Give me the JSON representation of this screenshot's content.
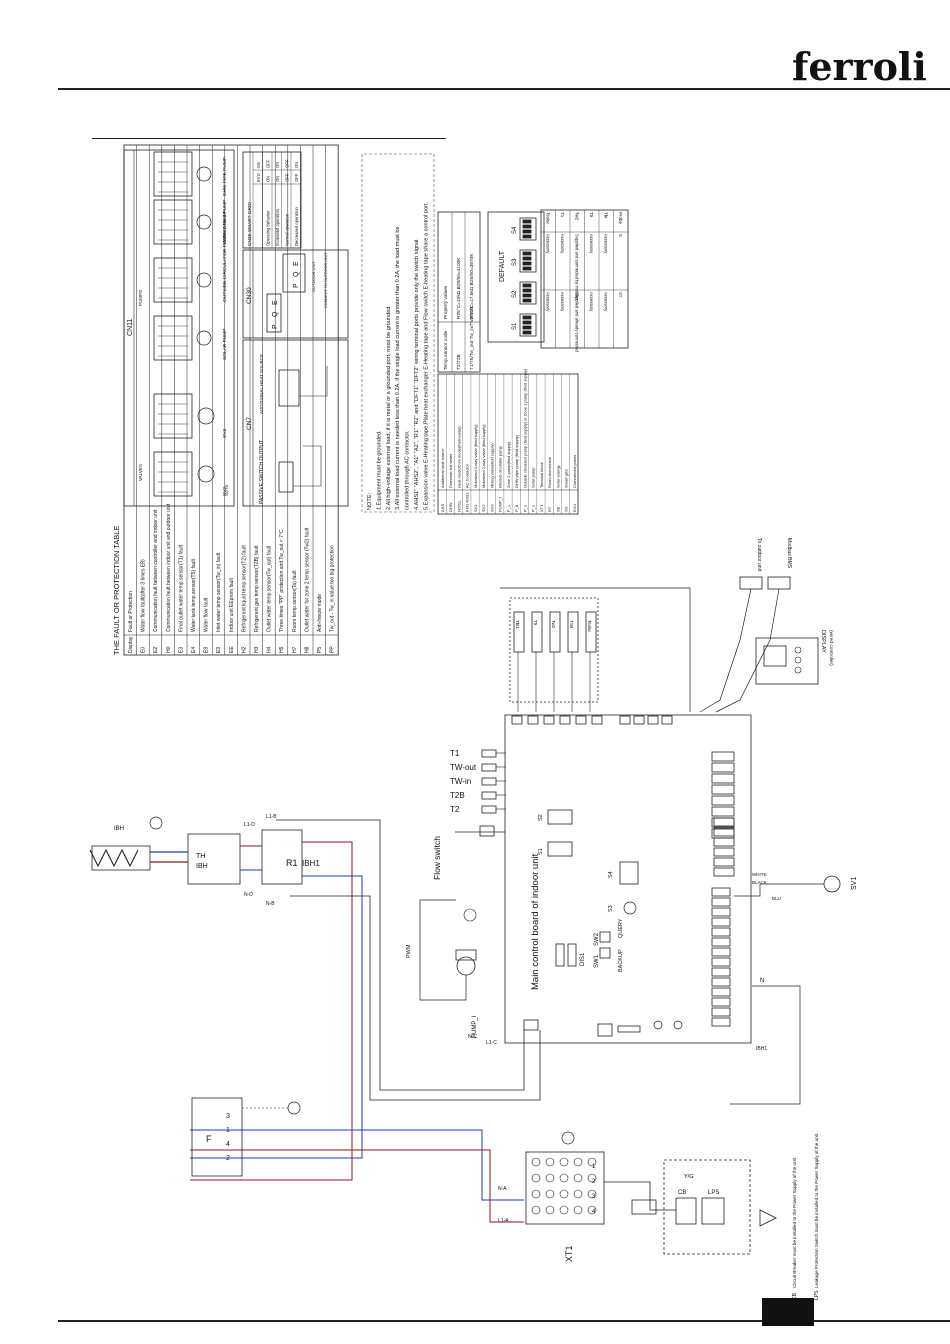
{
  "header": {
    "brand": "ferroli"
  },
  "fault_table": {
    "title": "THE FAULT OR PROTECTION TABLE",
    "headers": [
      "Display",
      "Fault or Protection"
    ],
    "rows": [
      [
        "E0",
        "Water flow fault(after 3 times E8)"
      ],
      [
        "E2",
        "Communication fault between controller and indoor unit"
      ],
      [
        "H0",
        "Communication fault between indoor unit and outdoor unit"
      ],
      [
        "E3",
        "Final outlet water temp.sensor(T1) fault"
      ],
      [
        "E4",
        "Water tank temp.sensor(T5) fault"
      ],
      [
        "E8",
        "Water flow fault"
      ],
      [
        "E9",
        "Inlet water temp.sensor(Tw_in) fault"
      ],
      [
        "EE",
        "Indoor unit EEprom fault"
      ],
      [
        "H2",
        "Refrigerant liquid temp.sensor(T2) fault"
      ],
      [
        "H3",
        "Refrigerant gas temp.sensor(T2B) fault"
      ],
      [
        "H4",
        "Outlet water temp.sensor(Tw_out) fault"
      ],
      [
        "H5",
        "Three times \"PP\" protection and Tw_out < 7°C"
      ],
      [
        "H7",
        "Room temp.sensor(Ta) fault"
      ],
      [
        "H8",
        "Outlet water for zone 2 temp.sensor (Tw2) fault"
      ],
      [
        "P5",
        "Anti-freeze mode"
      ],
      [
        "PP",
        "Tw_out - Tw_in value too big protection"
      ]
    ]
  },
  "cn11": {
    "title": "CN11",
    "groups": [
      "VALVES",
      "PUMPS"
    ],
    "labels": [
      "SV2",
      "SV3",
      "SOLAR PUMP",
      "OUTSIDE CIRCULATOR PUMP ZONE 1 PUMP",
      "ZONE 2 PUMP",
      "DHW PIPE PUMP"
    ],
    "note": "NOTE:"
  },
  "cn7": {
    "title": "CN7",
    "passive": "PASSIVE SWITCH OUTPUT",
    "ahs": "ADDITIONAL HEAT SOURCE"
  },
  "cn30": {
    "title": "CN30",
    "outdoor_unit": "OUTDOOR UNIT",
    "connect": "CONNECT TO OUTDOOR UNIT",
    "terminals": [
      "P",
      "Q",
      "E"
    ]
  },
  "smart_grid": {
    "title": "CN35-SMART GRID",
    "headers": [
      "",
      "EVU",
      "SG"
    ],
    "rows": [
      [
        "Operating behavior",
        "ON",
        "OFF"
      ],
      [
        "Increased operation",
        "ON",
        "ON"
      ],
      [
        "Normal operation",
        "OFF",
        "OFF"
      ],
      [
        "Decreased operation",
        "OFF",
        "ON"
      ]
    ]
  },
  "notes": [
    "NOTE:",
    "1.Equipment must be grounded.",
    "2.All high-voltage external load, if it is metal or a grounded port, must be grounded.",
    "3.All external load current is needed less than 0.2A, if the single load current is greater than 0.2A, the load must be",
    "controlled through AC contactor.",
    "4.AHS1\" \"AHS2\", \"A1\" \"A2\", \"R1\" \"R2\" and \"DFT1\" \"DFT2\" wiring terminal ports provide only the switch signal.",
    "5.Expansion valve E-Heating tape,Plate heat exchanger E-Heating tape and Flow switch E-heating tape share a control port."
  ],
  "legend": [
    [
      "AHS",
      "Additional heat source"
    ],
    [
      "DHW",
      "Domestic hot water"
    ],
    [
      "HT/CL",
      "Heat mode/Cool mode(thermostat)"
    ],
    [
      "KM1-KM11",
      "AC Contactor"
    ],
    [
      "SV1",
      "Motorized 3-way valve (field supply)"
    ],
    [
      "SV2",
      "Motorized 2-way valve (field supply)"
    ],
    [
      "SV3",
      "Mixing valve(field supply)"
    ],
    [
      "PUMP_I",
      "Internal circulator pump"
    ],
    [
      "P_c",
      "Zone 2 pump(field supply)"
    ],
    [
      "P_d",
      "DHW pipe pump (field supply)"
    ],
    [
      "P_o",
      "Outside circulator pump (field supply) or Zone 1 pump (field supply)"
    ],
    [
      "P_s",
      "Solar pump"
    ],
    [
      "XT1",
      "Terminal block"
    ],
    [
      "RT",
      "Room thermostat"
    ],
    [
      "SE",
      "Solar energy"
    ],
    [
      "SG",
      "Smart grid"
    ],
    [
      "EVU",
      "Commercial power"
    ]
  ],
  "temp_sensor": {
    "headers": [
      "Temp.sensor code",
      "Property values"
    ],
    "rows": [
      [
        "T2/T2B",
        "R25°C=10kΩ B25/50=4100K"
      ],
      [
        "T1/T5/Tw_out Tw_in/Tw2/T1B",
        "R50°C=17.6kΩ B25/50=3970K"
      ]
    ]
  },
  "default_block": {
    "title": "DEFAULT",
    "switches": [
      "S1",
      "S2",
      "S3",
      "S4"
    ]
  },
  "probe_table": {
    "headers": [
      "Probe",
      "S",
      "Unit type",
      "ST"
    ],
    "rows": [
      [
        "Tbt",
        "Accessory",
        "",
        "Accessory"
      ],
      [
        "T5",
        "Accessory",
        "",
        "Accessory"
      ],
      [
        "Tw2",
        "Supplied and connected by installer",
        "",
        "Supplied and already connected"
      ],
      [
        "T1",
        "Accessory",
        "",
        "Accessory"
      ],
      [
        "Tsolar",
        "Accessory",
        "",
        "Accessory"
      ]
    ]
  },
  "main_board": {
    "title": "Main control board of indoor unit",
    "labels": [
      "DIS1",
      "SW1",
      "SW2",
      "BACKUP",
      "QUERY",
      "S1",
      "S2",
      "S3",
      "S4",
      "Flow switch",
      "PUMP_I",
      "PWM"
    ],
    "sensors": [
      "T1",
      "TW-out",
      "TW-in",
      "T2B",
      "T2"
    ],
    "right_sensors": [
      "Tbt1",
      "T5",
      "Tw2",
      "T1B",
      "Tsolar"
    ]
  },
  "power": {
    "ibh": "IBH",
    "th_ibh": [
      "TH",
      "IBH"
    ],
    "relay": [
      "R1",
      "IBH1"
    ],
    "wires": [
      "L1-B",
      "L1-D",
      "N-D",
      "N-B",
      "N-C",
      "L1-C",
      "N-A",
      "L1-A"
    ],
    "fuse_block": "F",
    "fuse_terminals": [
      "3",
      "1",
      "4",
      "2"
    ],
    "xt1": "XT1",
    "xt1_terminals": [
      "1",
      "2",
      "3",
      "4"
    ],
    "cb": "CB",
    "lps": "LPS",
    "yg": "Y/G",
    "cb_note": "Circuit Breaker must be installed to the Power Supply of the unit.",
    "lps_note": "Leakage Protection Switch must be installed to the Power Supply of the unit."
  },
  "connections": {
    "display": "DISPLAY",
    "wired_controller": "(wired controller)",
    "outdoor": "To outdoor unit",
    "modbus": "Modbus BMS",
    "sv1": "SV1",
    "colors": [
      "BLACK",
      "WHITE",
      "BLU"
    ],
    "n_label": "N",
    "ibh1": "IBH1"
  }
}
